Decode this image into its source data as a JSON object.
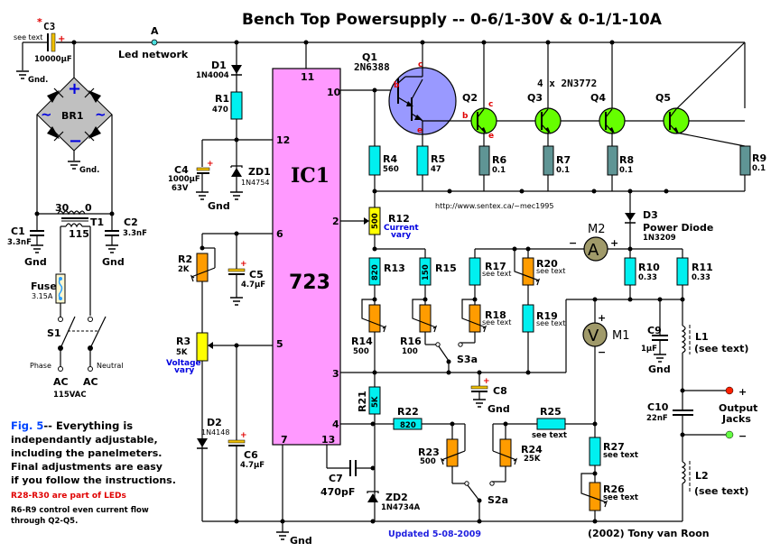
{
  "title": "Bench Top Powersupply -- 0-6/1-30V & 0-1/1-10A",
  "node_a": {
    "label": "A",
    "note": "Led network"
  },
  "c3": {
    "star": "*",
    "name": "C3",
    "value": "10000µF",
    "note": "see text"
  },
  "br1": {
    "name": "BR1",
    "plus": "+",
    "minus": "−",
    "ac": "~"
  },
  "gnd": {
    "long": "Gnd.",
    "short": "Gnd"
  },
  "d1": {
    "name": "D1",
    "part": "1N4004"
  },
  "r1": {
    "name": "R1",
    "value": "470"
  },
  "c4": {
    "name": "C4",
    "value": "1000µF",
    "voltage": "63V"
  },
  "zd1": {
    "name": "ZD1",
    "part": "1N4754"
  },
  "ic1": {
    "name": "IC1",
    "part": "723",
    "pins": {
      "p11": "11",
      "p10": "10",
      "p12": "12",
      "p2": "2",
      "p6": "6",
      "p5": "5",
      "p3": "3",
      "p4": "4",
      "p7": "7",
      "p13": "13"
    }
  },
  "q1": {
    "name": "Q1",
    "part": "2N6388",
    "b": "b",
    "c": "c",
    "e": "e"
  },
  "qpower": {
    "label": "4 x 2N3772",
    "names": [
      "Q2",
      "Q3",
      "Q4",
      "Q5"
    ],
    "b": "b",
    "c": "c",
    "e": "e"
  },
  "r4": {
    "name": "R4",
    "value": "560"
  },
  "r5": {
    "name": "R5",
    "value": "47"
  },
  "r6": {
    "name": "R6",
    "value": "0.1"
  },
  "r7": {
    "name": "R7",
    "value": "0.1"
  },
  "r8": {
    "name": "R8",
    "value": "0.1"
  },
  "r9": {
    "name": "R9",
    "value": "0.1"
  },
  "url": "http://www.sentex.ca/~mec1995",
  "d3": {
    "name": "D3",
    "desc": "Power Diode",
    "part": "1N3209"
  },
  "m2": {
    "name": "M2",
    "symbol": "A",
    "minus": "−",
    "plus": "+"
  },
  "m1": {
    "name": "M1",
    "symbol": "V",
    "minus": "−",
    "plus": "+"
  },
  "r12": {
    "name": "R12",
    "value": "500",
    "note1": "Current",
    "note2": "vary"
  },
  "r13": {
    "name": "R13",
    "value": "820"
  },
  "r15": {
    "name": "R15",
    "value": "150"
  },
  "r14": {
    "name": "R14",
    "value": "500"
  },
  "r16": {
    "name": "R16",
    "value": "100"
  },
  "r17": {
    "name": "R17",
    "value": "see text"
  },
  "r18": {
    "name": "R18",
    "value": "see text"
  },
  "r19": {
    "name": "R19",
    "value": "see text"
  },
  "r20": {
    "name": "R20",
    "value": "see text"
  },
  "r10": {
    "name": "R10",
    "value": "0.33"
  },
  "r11": {
    "name": "R11",
    "value": "0.33"
  },
  "c9": {
    "name": "C9",
    "value": "1µF"
  },
  "l1": {
    "name": "L1",
    "note": "(see text)"
  },
  "l2": {
    "name": "L2",
    "note": "(see text)"
  },
  "c10": {
    "name": "C10",
    "value": "22nF"
  },
  "output": {
    "line1": "Output",
    "line2": "Jacks",
    "plus": "+",
    "minus": "−",
    "plus_color": "#ff2000",
    "minus_color": "#66ff44"
  },
  "s3a": {
    "name": "S3a"
  },
  "s2a": {
    "name": "S2a"
  },
  "c8": {
    "name": "C8"
  },
  "r21": {
    "name": "R21",
    "value": "5K"
  },
  "r22": {
    "name": "R22",
    "value": "820"
  },
  "r23": {
    "name": "R23",
    "value": "500"
  },
  "r24": {
    "name": "R24",
    "value": "25K"
  },
  "r25": {
    "name": "R25",
    "value": "see text"
  },
  "r26": {
    "name": "R26",
    "value": "see text"
  },
  "r27": {
    "name": "R27",
    "value": "see text"
  },
  "c7": {
    "name": "C7",
    "value": "470pF"
  },
  "zd2": {
    "name": "ZD2",
    "part": "1N4734A"
  },
  "d2": {
    "name": "D2",
    "part": "1N4148"
  },
  "c6": {
    "name": "C6",
    "value": "4.7µF"
  },
  "c5": {
    "name": "C5",
    "value": "4.7µF"
  },
  "r2": {
    "name": "R2",
    "value": "2K"
  },
  "r3": {
    "name": "R3",
    "value": "5K",
    "note1": "Voltage",
    "note2": "vary"
  },
  "c1": {
    "name": "C1",
    "value": "3.3nF"
  },
  "c2": {
    "name": "C2",
    "value": "3.3nF"
  },
  "t1": {
    "name": "T1",
    "tap30": "30",
    "tap0": "0",
    "primary": "115"
  },
  "fuse": {
    "name": "Fuse",
    "value": "3.15A"
  },
  "s1": {
    "name": "S1",
    "phase": "Phase",
    "neutral": "Neutral",
    "ac1": "AC",
    "ac2": "AC",
    "mains": "115VAC"
  },
  "caption": {
    "fig": "Fig. 5",
    "lines": [
      "-- Everything is",
      "independantly adjustable,",
      "including the panelmeters.",
      "Final adjustments are easy",
      "if you follow the instructions."
    ],
    "note_red": "R28-R30 are part of LEDs",
    "note_black1": "R6-R9 control even current flow",
    "note_black2": "through Q2-Q5."
  },
  "updated": "Updated  5-08-2009",
  "credit": "(2002) Tony van Roon",
  "colors": {
    "ic_fill": "#ff99ff",
    "q1_fill": "#9999ff",
    "q_power_fill": "#66ff00",
    "resistor": "#00f0f0",
    "shunt": "#5f9595",
    "pot": "#ff9c00",
    "bridge": "#c0c0c0"
  }
}
